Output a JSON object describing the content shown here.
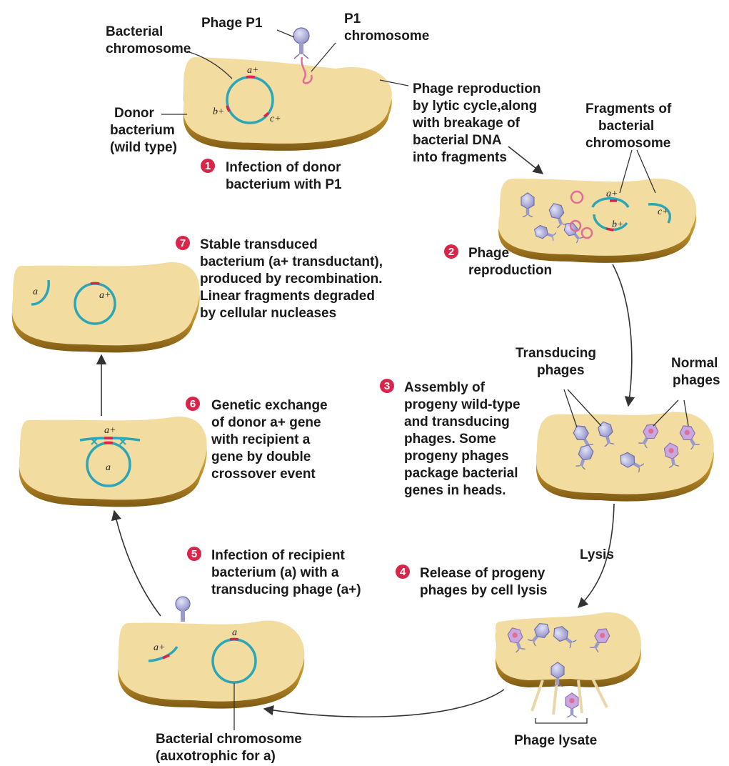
{
  "labels": {
    "phage_p1": "Phage P1",
    "p1_chromosome": [
      "P1",
      "chromosome"
    ],
    "bacterial_chromosome": [
      "Bacterial",
      "chromosome"
    ],
    "donor_bacterium": [
      "Donor",
      "bacterium",
      "(wild type)"
    ],
    "phage_reproduction_note": [
      "Phage reproduction",
      "by lytic cycle,along",
      "with breakage of",
      "bacterial DNA",
      "into fragments"
    ],
    "fragments": [
      "Fragments of",
      "bacterial",
      "chromosome"
    ],
    "transducing_phages": [
      "Transducing",
      "phages"
    ],
    "normal_phages": [
      "Normal",
      "phages"
    ],
    "lysis": "Lysis",
    "phage_lysate": "Phage lysate",
    "recipient_chromosome": [
      "Bacterial chromosome",
      "(auxotrophic for a)"
    ]
  },
  "steps": [
    {
      "number": "1",
      "lines": [
        "Infection of donor",
        "bacterium with P1"
      ]
    },
    {
      "number": "2",
      "lines": [
        "Phage",
        "reproduction"
      ]
    },
    {
      "number": "3",
      "lines": [
        "Assembly of",
        "progeny wild-type",
        "and transducing",
        "phages. Some",
        "progeny phages",
        "package bacterial",
        "genes in heads."
      ]
    },
    {
      "number": "4",
      "lines": [
        "Release of progeny",
        "phages by cell lysis"
      ]
    },
    {
      "number": "5",
      "lines": [
        "Infection of recipient",
        "bacterium (a) with a",
        "transducing phage (a+)"
      ]
    },
    {
      "number": "6",
      "lines": [
        "Genetic exchange",
        "of donor a+ gene",
        "with recipient a",
        "gene by double",
        "crossover event"
      ]
    },
    {
      "number": "7",
      "lines": [
        "Stable transduced",
        "bacterium (a+ transductant),",
        "produced by  recombination.",
        "Linear fragments degraded",
        "by cellular nucleases"
      ]
    }
  ],
  "genes": {
    "a_plus": "a+",
    "b_plus": "b+",
    "c_plus": "c+",
    "a": "a"
  },
  "colors": {
    "cell_fill": "#f2dca0",
    "cell_rim": "#c9972e",
    "dna": "#2aa6b8",
    "gene_marker": "#d9254a",
    "badge": "#d9254a",
    "phage": "#8f8fc9",
    "phage_dna": "#e06d98"
  }
}
